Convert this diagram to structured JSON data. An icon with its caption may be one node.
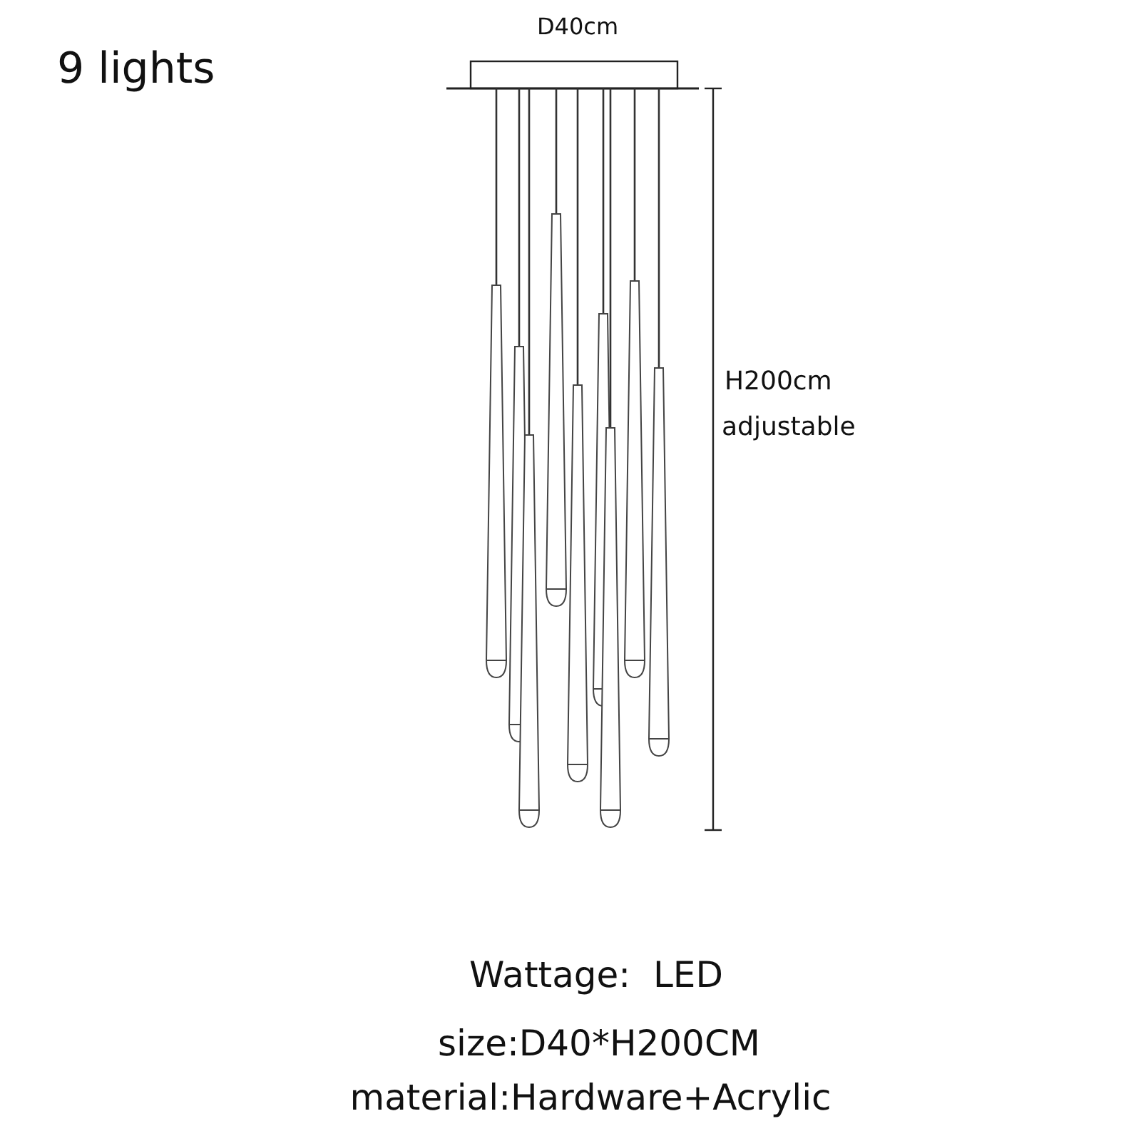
{
  "diagram": {
    "labels": [
      "9 lights",
      "D40cm",
      "H200cm",
      "adjustable",
      "Wattage:  LED",
      "size:D40*H200CM",
      "material:Hardware+Acrylic"
    ]
  }
}
